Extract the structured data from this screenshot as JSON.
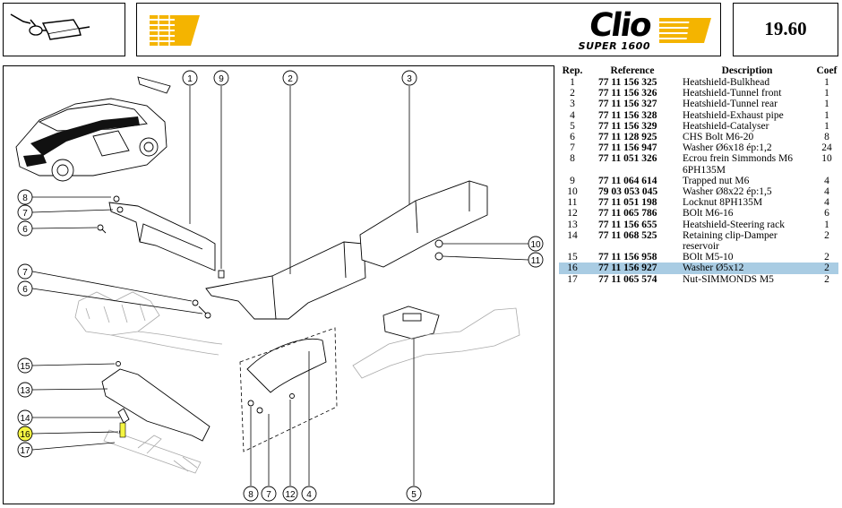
{
  "header": {
    "logo_text": "Clio",
    "logo_subtitle": "SUPER 1600",
    "page_number": "19.60"
  },
  "table": {
    "headers": {
      "rep": "Rep.",
      "reference": "Reference",
      "description": "Description",
      "coef": "Coef"
    },
    "rows": [
      {
        "rep": "1",
        "reference": "77 11 156 325",
        "description": "Heatshield-Bulkhead",
        "coef": "1"
      },
      {
        "rep": "2",
        "reference": "77 11 156 326",
        "description": "Heatshield-Tunnel front",
        "coef": "1"
      },
      {
        "rep": "3",
        "reference": "77 11 156 327",
        "description": "Heatshield-Tunnel rear",
        "coef": "1"
      },
      {
        "rep": "4",
        "reference": "77 11 156 328",
        "description": "Heatshield-Exhaust pipe",
        "coef": "1"
      },
      {
        "rep": "5",
        "reference": "77 11 156 329",
        "description": "Heatshield-Catalyser",
        "coef": "1"
      },
      {
        "rep": "6",
        "reference": "77 11 128 925",
        "description": "CHS Bolt M6-20",
        "coef": "8"
      },
      {
        "rep": "7",
        "reference": "77 11 156 947",
        "description": "Washer Ø6x18 ép:1,2",
        "coef": "24"
      },
      {
        "rep": "8",
        "reference": "77 11 051 326",
        "description": "Ecrou frein Simmonds M6 6PH135M",
        "coef": "10"
      },
      {
        "rep": "9",
        "reference": "77 11 064 614",
        "description": "Trapped nut M6",
        "coef": "4"
      },
      {
        "rep": "10",
        "reference": "79 03 053 045",
        "description": "Washer Ø8x22 ép:1,5",
        "coef": "4"
      },
      {
        "rep": "11",
        "reference": "77 11 051 198",
        "description": "Locknut 8PH135M",
        "coef": "4"
      },
      {
        "rep": "12",
        "reference": "77 11 065 786",
        "description": "BOlt M6-16",
        "coef": "6"
      },
      {
        "rep": "13",
        "reference": "77 11 156 655",
        "description": "Heatshield-Steering rack",
        "coef": "1"
      },
      {
        "rep": "14",
        "reference": "77 11 068 525",
        "description": "Retaining clip-Damper reservoir",
        "coef": "2"
      },
      {
        "rep": "15",
        "reference": "77 11 156 958",
        "description": "BOlt M5-10",
        "coef": "2"
      },
      {
        "rep": "16",
        "reference": "77 11 156 927",
        "description": "Washer Ø5x12",
        "coef": "2",
        "highlighted": true
      },
      {
        "rep": "17",
        "reference": "77 11 065 574",
        "description": "Nut-SIMMONDS M5",
        "coef": "2"
      }
    ]
  },
  "diagram": {
    "callouts": [
      "1",
      "9",
      "2",
      "3",
      "8",
      "7",
      "6",
      "10",
      "11",
      "7",
      "6",
      "15",
      "13",
      "14",
      "16",
      "17",
      "8",
      "7",
      "12",
      "4",
      "5"
    ],
    "highlighted_callout": "16",
    "highlight_color": "#f5f542",
    "row_highlight_color": "#a9cce3"
  }
}
